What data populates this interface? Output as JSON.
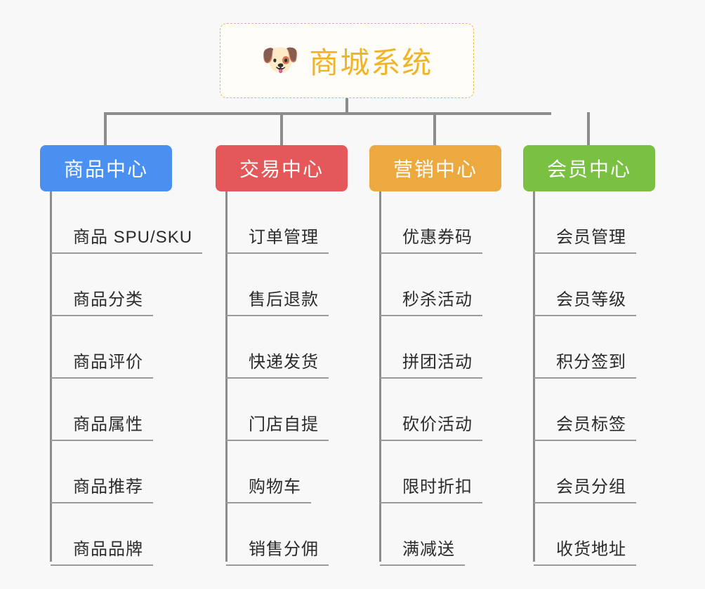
{
  "diagram": {
    "type": "organizational-tree",
    "background_color": "#f8f8f8",
    "root": {
      "icon": "dog-face-icon",
      "emoji": "🐶",
      "title": "商城系统",
      "text_color": "#f0b429",
      "border_color": "#e8b84b",
      "border_style": "dashed"
    },
    "connector_color": "#8c8c8c",
    "columns": [
      {
        "id": "product-center",
        "header": "商品中心",
        "color": "#4a90f0",
        "items": [
          "商品 SPU/SKU",
          "商品分类",
          "商品评价",
          "商品属性",
          "商品推荐",
          "商品品牌"
        ]
      },
      {
        "id": "transaction-center",
        "header": "交易中心",
        "color": "#e4585a",
        "items": [
          "订单管理",
          "售后退款",
          "快递发货",
          "门店自提",
          "购物车",
          "销售分佣"
        ]
      },
      {
        "id": "marketing-center",
        "header": "营销中心",
        "color": "#eca93f",
        "items": [
          "优惠券码",
          "秒杀活动",
          "拼团活动",
          "砍价活动",
          "限时折扣",
          "满减送"
        ]
      },
      {
        "id": "member-center",
        "header": "会员中心",
        "color": "#7ac143",
        "items": [
          "会员管理",
          "会员等级",
          "积分签到",
          "会员标签",
          "会员分组",
          "收货地址"
        ]
      }
    ]
  }
}
